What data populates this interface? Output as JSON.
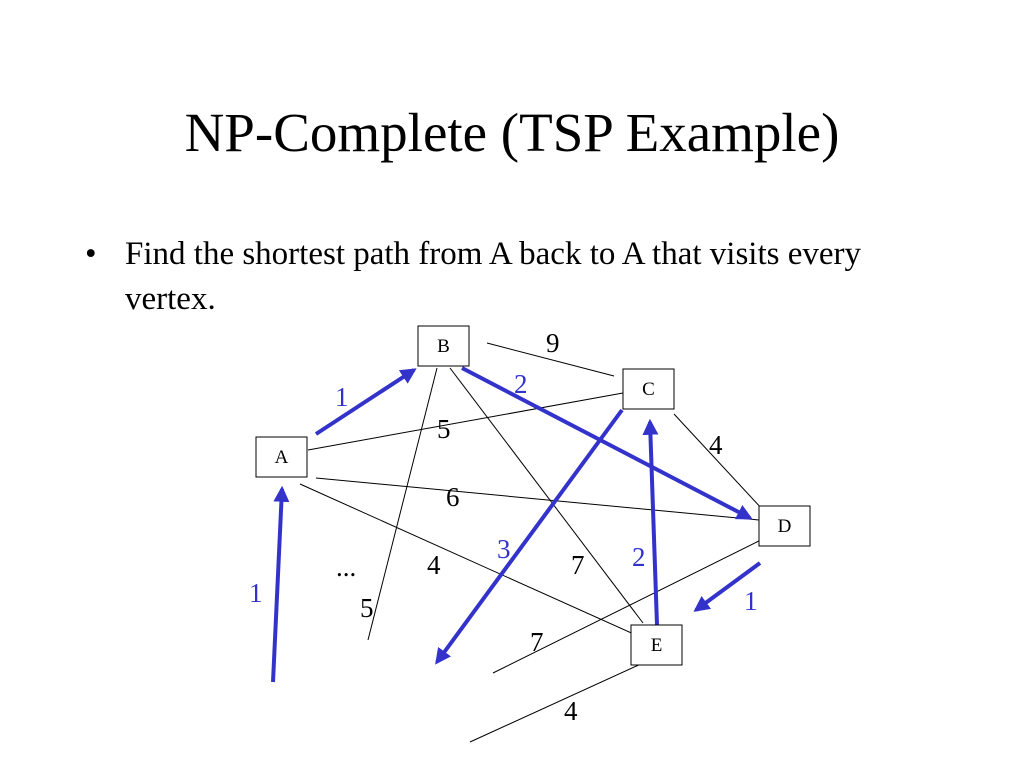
{
  "slide": {
    "title": "NP-Complete (TSP Example)",
    "bullet": "Find the shortest path from A back to A that visits every vertex."
  },
  "diagram": {
    "nodes": [
      "A",
      "B",
      "C",
      "D",
      "E"
    ],
    "edge_weights": [
      "9",
      "5",
      "4",
      "6",
      "4",
      "7",
      "5",
      "7",
      "4"
    ],
    "ellipsis": "...",
    "path_weights": [
      "1",
      "2",
      "3",
      "2",
      "1",
      "1"
    ],
    "path_color": "#3333cc"
  }
}
